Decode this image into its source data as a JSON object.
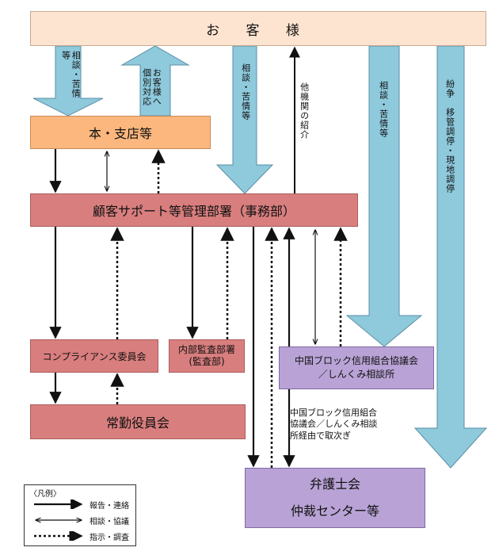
{
  "customer": "お 客 様",
  "branch": "本・支店等",
  "dept": "顧客サポート等管理部署（事務部）",
  "compliance": "コンプライアンス委員会",
  "audit": [
    "内部監査部署",
    "(監査部)"
  ],
  "chugoku": [
    "中国ブロック信用組合協議会",
    "／しんくみ相談所"
  ],
  "jokin": "常勤役員会",
  "bengo": [
    "弁護士会",
    "仲裁センター等"
  ],
  "arrow_labels": {
    "consult_up": "相談・苦情等",
    "individual": "お客様へ個別対応",
    "consult_mid": "相談・苦情等",
    "other_org": "他機関の紹介",
    "consult_right": "相談・苦情等",
    "dispute": "紛争　移管調停・現地調停"
  },
  "relay_note": "中国ブロック信用組合\n協議会／しんくみ相談\n所経由で取次ぎ",
  "legend": {
    "title": "〈凡例〉",
    "items": [
      "報告・連絡",
      "相談・協議",
      "指示・調査"
    ]
  },
  "colors": {
    "arrow_fill": "#8ec9dc",
    "arrow_stroke": "#5b8fa3",
    "customer": "#fde4d0",
    "branch": "#fbb77e",
    "internal": "#d97e7e",
    "external": "#b9a3d6"
  }
}
